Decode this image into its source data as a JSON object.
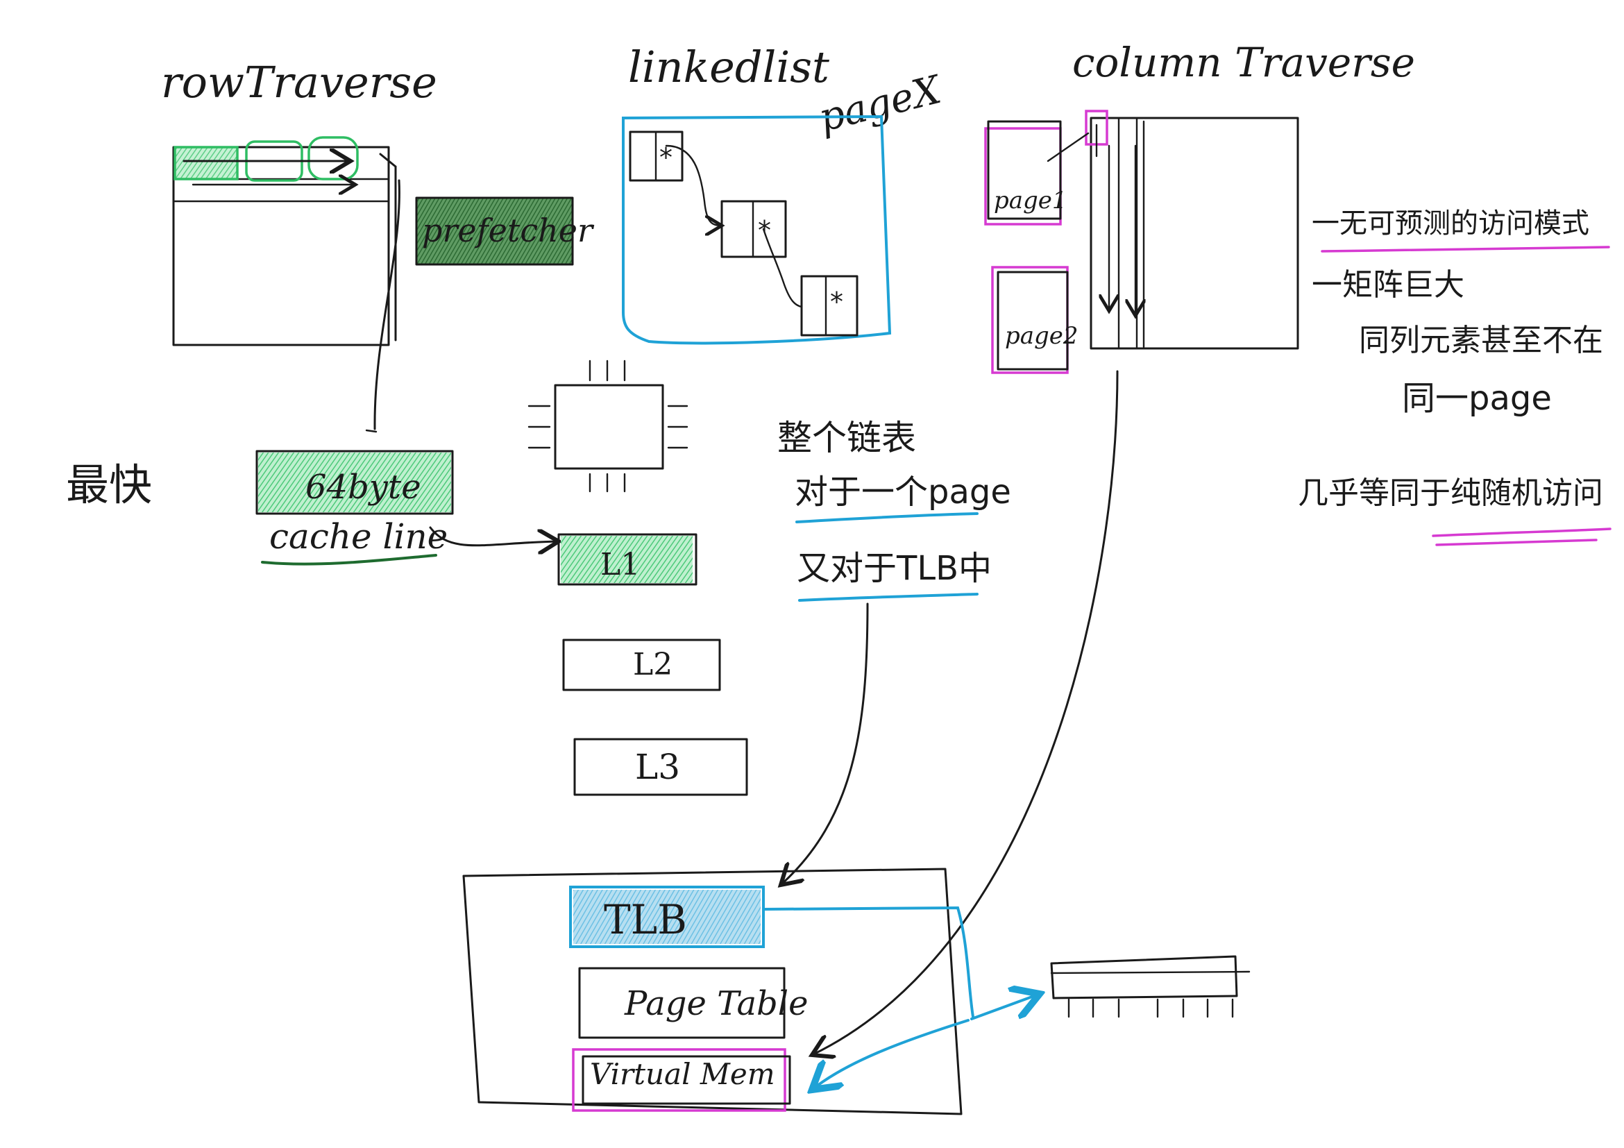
{
  "labels": {
    "row_traverse": "rowTraverse",
    "linked_list": "linkedlist",
    "page_x": "pageX",
    "column_traverse": "column Traverse",
    "prefetcher": "prefetcher",
    "fastest": "最快",
    "cache_64byte": "64byte",
    "cache_line": "cache line",
    "l1": "L1",
    "l2": "L2",
    "l3": "L3",
    "whole_list": "整个链表",
    "one_page": "对于一个page",
    "in_tlb": "又对于TLB中",
    "node_star": "*",
    "page_1": "page1",
    "page_2": "page2",
    "bullet_1": "一无可预测的访问模式",
    "bullet_2": "一矩阵巨大",
    "note_same_col_1": "同列元素甚至不在",
    "note_same_col_2": "同一page",
    "note_random": "几乎等同于纯随机访问",
    "tlb": "TLB",
    "page_table": "Page Table",
    "virtual_mem": "Virtual Mem"
  },
  "colors": {
    "ink": "#1a1a1a",
    "blue": "#1fa2d6",
    "magenta": "#d63ad1",
    "dark_green": "#1e6b2f",
    "green": "#2fbd63"
  }
}
